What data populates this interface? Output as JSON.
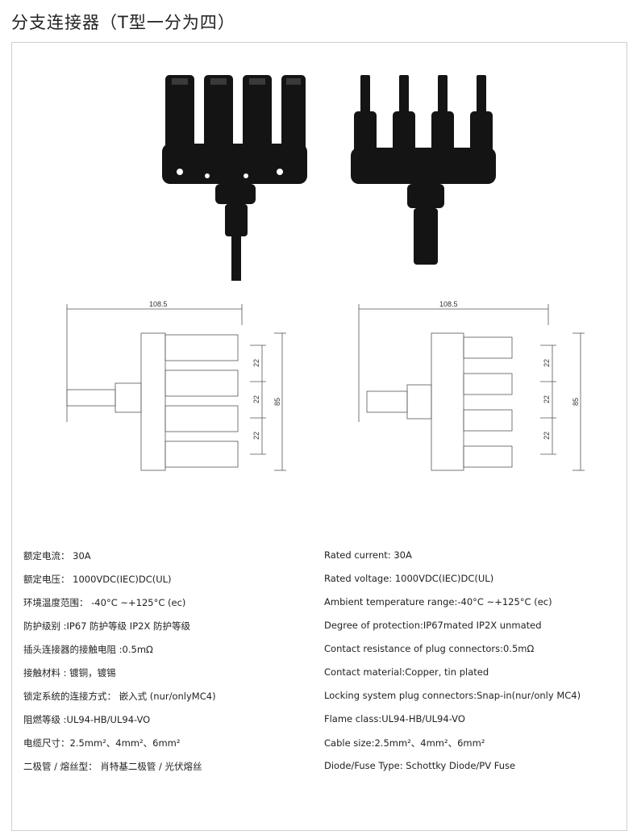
{
  "title": "分支连接器（T型一分为四）",
  "drawings": {
    "width_dim": "108.5",
    "pitch_dim": "22",
    "height_dim": "85"
  },
  "specs_cn": [
    "额定电流：  30A",
    "额定电压：  1000VDC(IEC)DC(UL)",
    "环境温度范围：  -40°C ~+125°C (ec)",
    "防护级别 :IP67 防护等级  IP2X 防护等级",
    "插头连接器的接触电阻 :0.5mΩ",
    "接触材料 :  镀铜，镀锡",
    "锁定系统的连接方式：  嵌入式  (nur/onlyMC4)",
    "阻燃等级  :UL94-HB/UL94-VO",
    "电缆尺寸：2.5mm²、4mm²、6mm²",
    "二极管 / 熔丝型：  肖特基二极管 / 光伏熔丝"
  ],
  "specs_en": [
    "Rated current: 30A",
    "Rated voltage: 1000VDC(IEC)DC(UL)",
    "Ambient temperature range:-40°C ~+125°C (ec)",
    "Degree of protection:IP67mated IP2X unmated",
    "Contact resistance of plug connectors:0.5mΩ",
    "Contact material:Copper, tin plated",
    "Locking system plug connectors:Snap-in(nur/only MC4)",
    "Flame class:UL94-HB/UL94-VO",
    "Cable size:2.5mm²、4mm²、6mm²",
    "Diode/Fuse Type:  Schottky Diode/PV Fuse"
  ]
}
